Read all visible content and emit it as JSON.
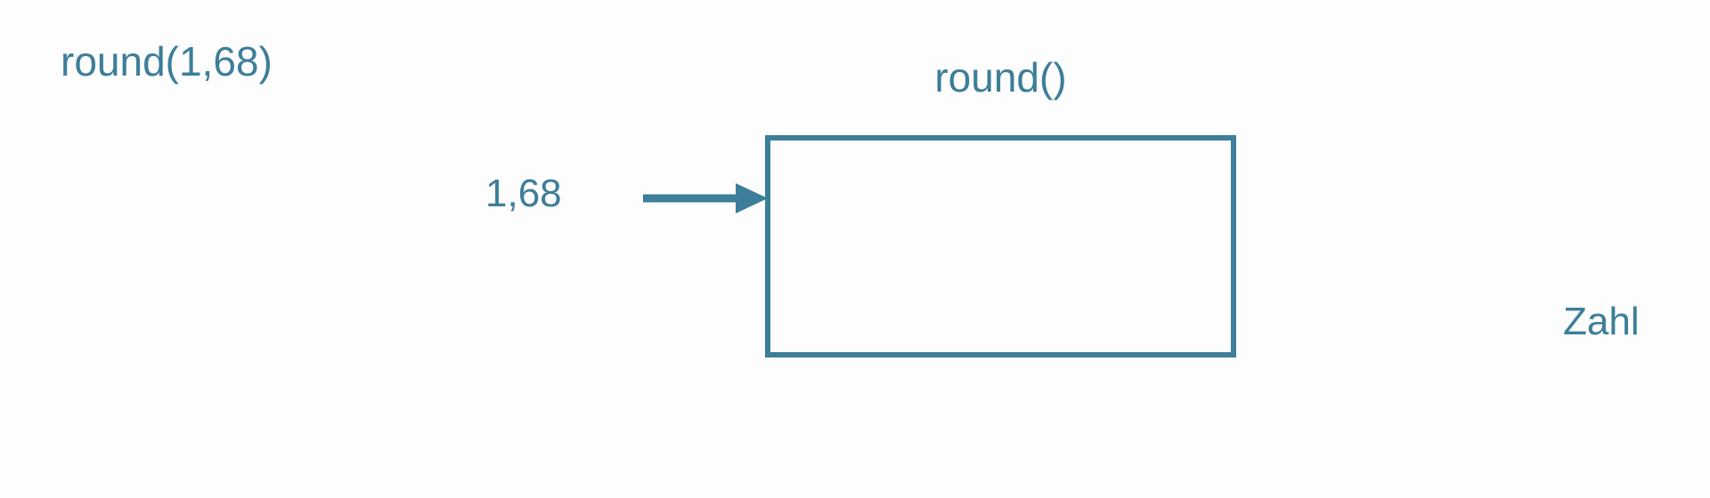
{
  "diagram": {
    "type": "function-parameter-diagram",
    "background_color": "#fdfdfd",
    "accent_color": "#3d7e99",
    "expression": {
      "text": "round(1,68)"
    },
    "function_box": {
      "title": "round()",
      "parameters": [
        {
          "name": "Zahl",
          "input_value": "1,68"
        }
      ]
    },
    "arrow": {
      "name": "input-arrow",
      "direction": "right",
      "from_label": "1,68",
      "to_parameter": "Zahl"
    }
  }
}
